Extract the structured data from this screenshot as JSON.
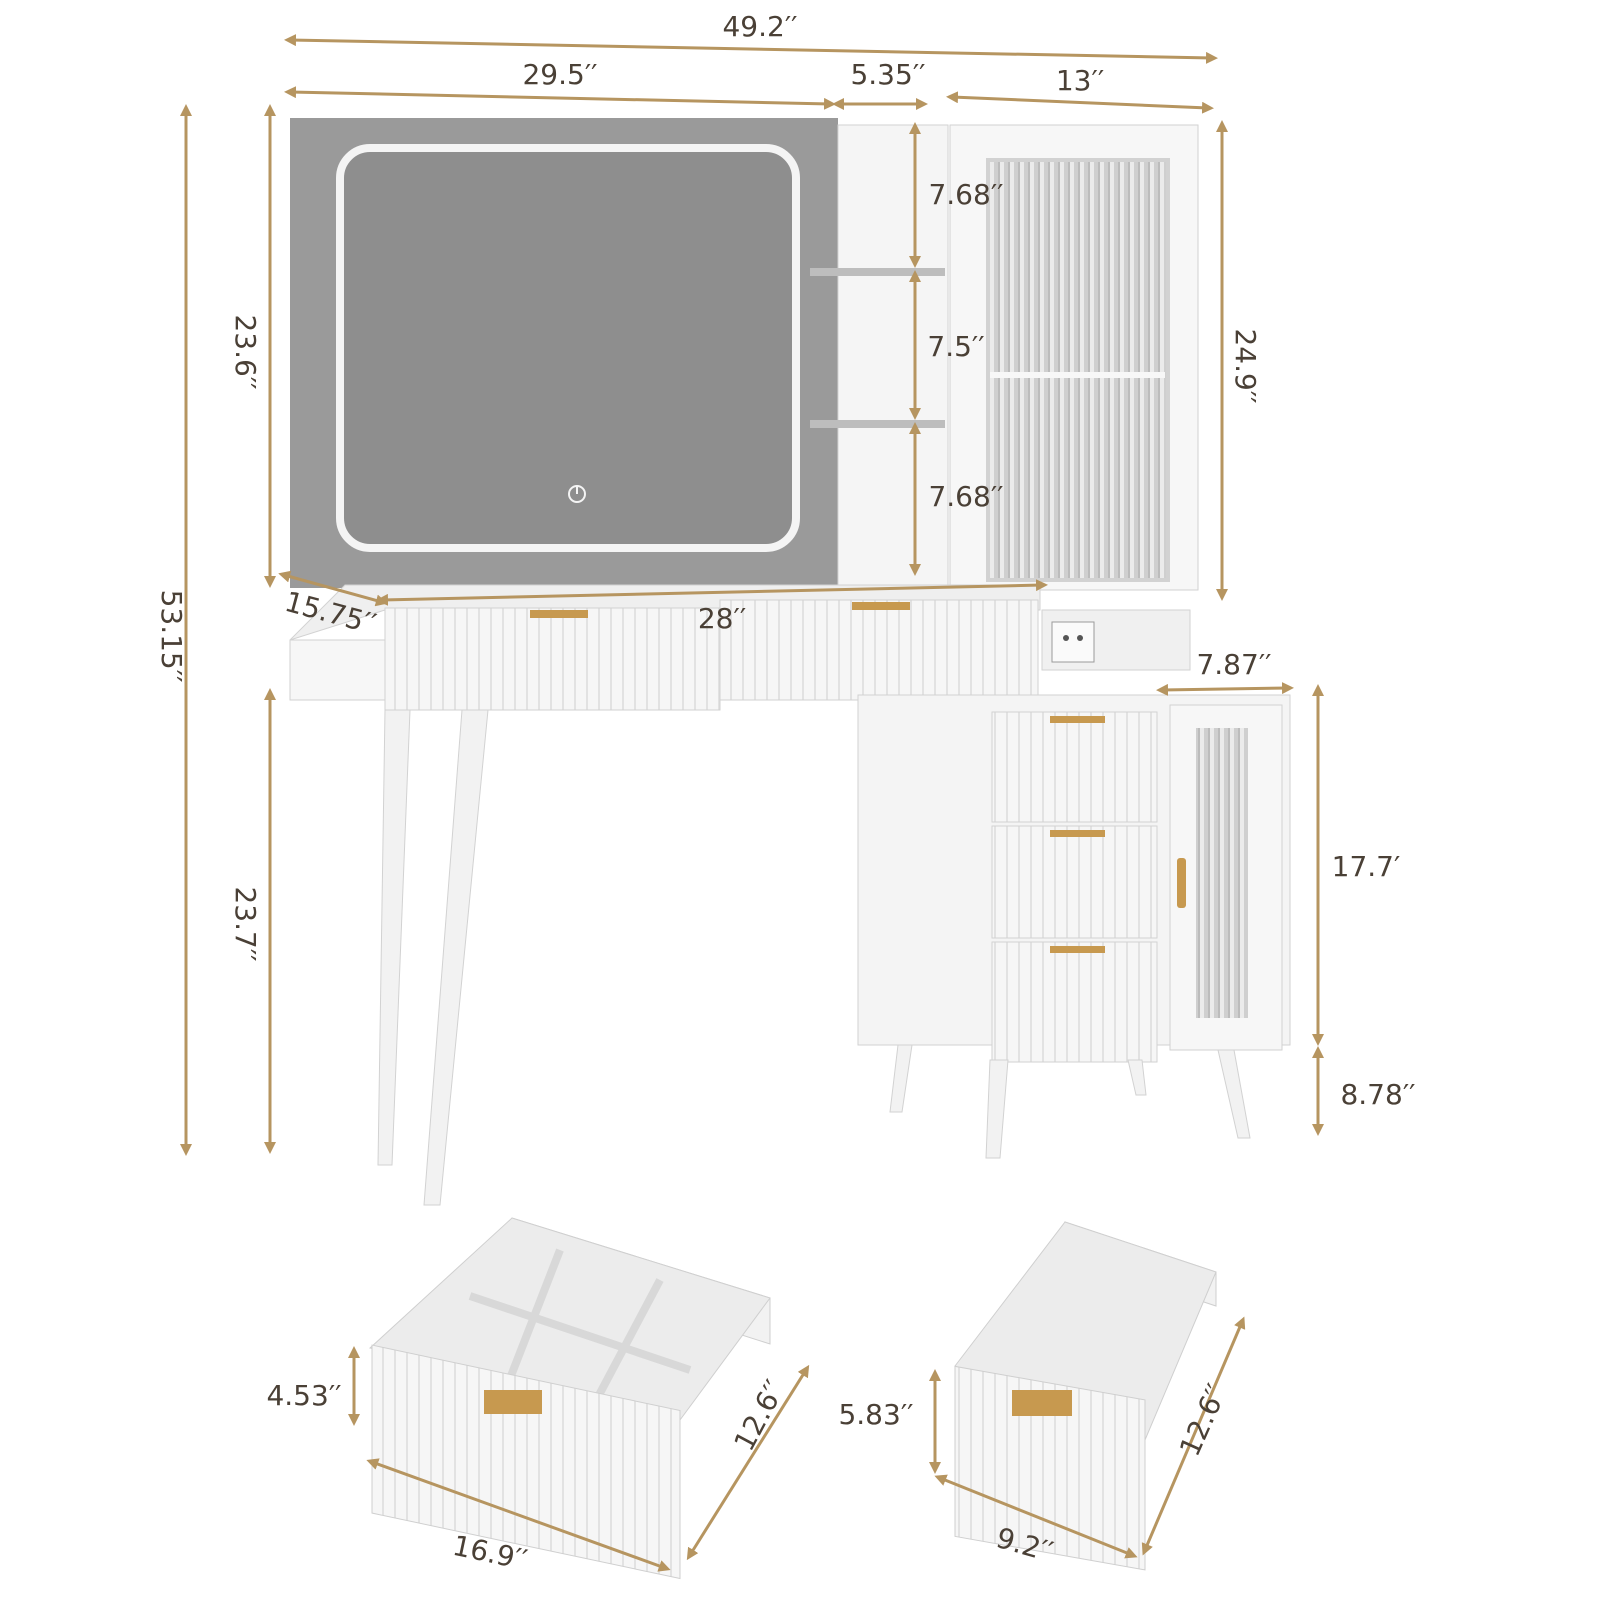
{
  "colors": {
    "dimension_line": "#b69560",
    "label_text": "#4a4036",
    "furniture_white": "#f7f7f7",
    "furniture_edge": "#d2d2d2",
    "mirror_glass": "#8e8e8e",
    "mirror_backing": "#9a9a9a",
    "led_ring": "#f4f4f4",
    "handle_gold": "#c7994f",
    "fluted_glass": "#c9c9c9",
    "shelf_metal": "#bdbdbd"
  },
  "dimensions": {
    "overall_width": "49.2′′",
    "mirror_width": "29.5′′",
    "shelf_column_width": "5.35′′",
    "cabinet_width": "13′′",
    "mirror_height": "23.6′′",
    "overall_height": "53.15′′",
    "shelf_gap_top": "7.68′′",
    "shelf_gap_middle": "7.5′′",
    "shelf_gap_bottom": "7.68′′",
    "cabinet_height": "24.9′′",
    "desk_depth": "15.75′′",
    "desktop_width": "28′′",
    "side_cabinet_depth": "7.87′′",
    "leg_height": "23.7′′",
    "side_cabinet_height": "17.7′",
    "side_cabinet_leg_height": "8.78′′"
  },
  "drawer_details": {
    "divided_drawer": {
      "height": "4.53′′",
      "width": "16.9′′",
      "depth": "12.6′′"
    },
    "small_drawer": {
      "height": "5.83′′",
      "width": "9.2′′",
      "depth": "12.6′′"
    }
  },
  "icons": {
    "touch_switch": "power-icon",
    "outlet": "power-outlet-icon"
  }
}
